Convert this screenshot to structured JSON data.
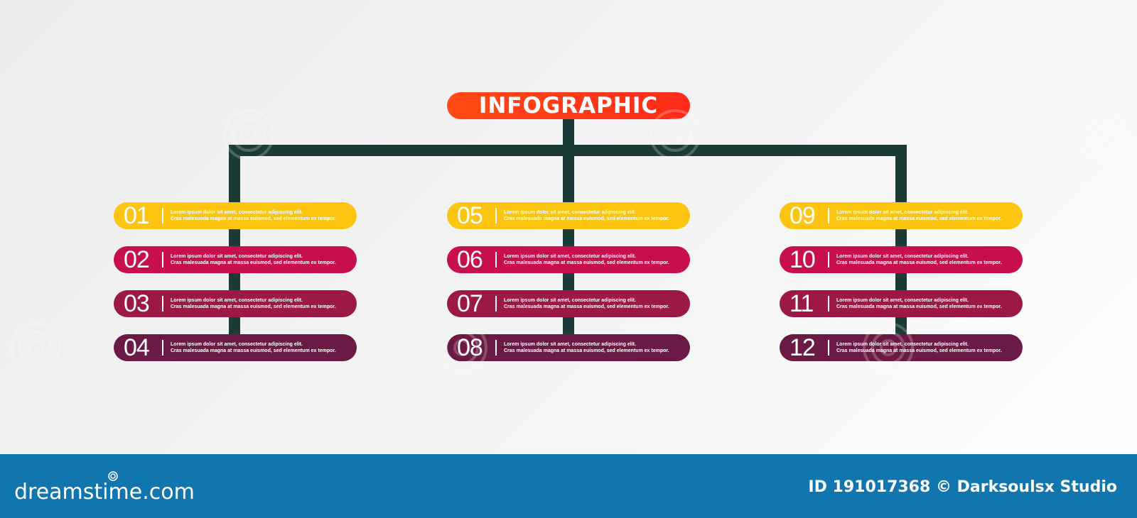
{
  "title": "INFOGRAPHIC",
  "colors": {
    "title": "#ff3d16",
    "connector": "#1c3a38",
    "level1": "#fbc512",
    "level2": "#c80f4d",
    "level3": "#9c1947",
    "level4": "#6b1a45",
    "footer": "#1276ae"
  },
  "items": [
    {
      "num": "01",
      "line1": "Lorem ipsum dolor sit amet, consectetur adipiscing elit.",
      "line2": "Cras malesuada magna at massa euismod, sed elementum ex tempor."
    },
    {
      "num": "02",
      "line1": "Lorem ipsum dolor sit amet, consectetur adipiscing elit.",
      "line2": "Cras malesuada magna at massa euismod, sed elementum ex tempor."
    },
    {
      "num": "03",
      "line1": "Lorem ipsum dolor sit amet, consectetur adipiscing elit.",
      "line2": "Cras malesuada magna at massa euismod, sed elementum ex tempor."
    },
    {
      "num": "04",
      "line1": "Lorem ipsum dolor sit amet, consectetur adipiscing elit.",
      "line2": "Cras malesuada magna at massa euismod, sed elementum ex tempor."
    },
    {
      "num": "05",
      "line1": "Lorem ipsum dolor sit amet, consectetur adipiscing elit.",
      "line2": "Cras malesuada magna at massa euismod, sed elementum ex tempor."
    },
    {
      "num": "06",
      "line1": "Lorem ipsum dolor sit amet, consectetur adipiscing elit.",
      "line2": "Cras malesuada magna at massa euismod, sed elementum ex tempor."
    },
    {
      "num": "07",
      "line1": "Lorem ipsum dolor sit amet, consectetur adipiscing elit.",
      "line2": "Cras malesuada magna at massa euismod, sed elementum ex tempor."
    },
    {
      "num": "08",
      "line1": "Lorem ipsum dolor sit amet, consectetur adipiscing elit.",
      "line2": "Cras malesuada magna at massa euismod, sed elementum ex tempor."
    },
    {
      "num": "09",
      "line1": "Lorem ipsum dolor sit amet, consectetur adipiscing elit.",
      "line2": "Cras malesuada magna at massa euismod, sed elementum ex tempor."
    },
    {
      "num": "10",
      "line1": "Lorem ipsum dolor sit amet, consectetur adipiscing elit.",
      "line2": "Cras malesuada magna at massa euismod, sed elementum ex tempor."
    },
    {
      "num": "11",
      "line1": "Lorem ipsum dolor sit amet, consectetur adipiscing elit.",
      "line2": "Cras malesuada magna at massa euismod, sed elementum ex tempor."
    },
    {
      "num": "12",
      "line1": "Lorem ipsum dolor sit amet, consectetur adipiscing elit.",
      "line2": "Cras malesuada magna at massa euismod, sed elementum ex tempor."
    }
  ],
  "footer": {
    "logo": "dreamstime.com",
    "credit": "ID 191017368 © Darksoulsx Studio"
  }
}
